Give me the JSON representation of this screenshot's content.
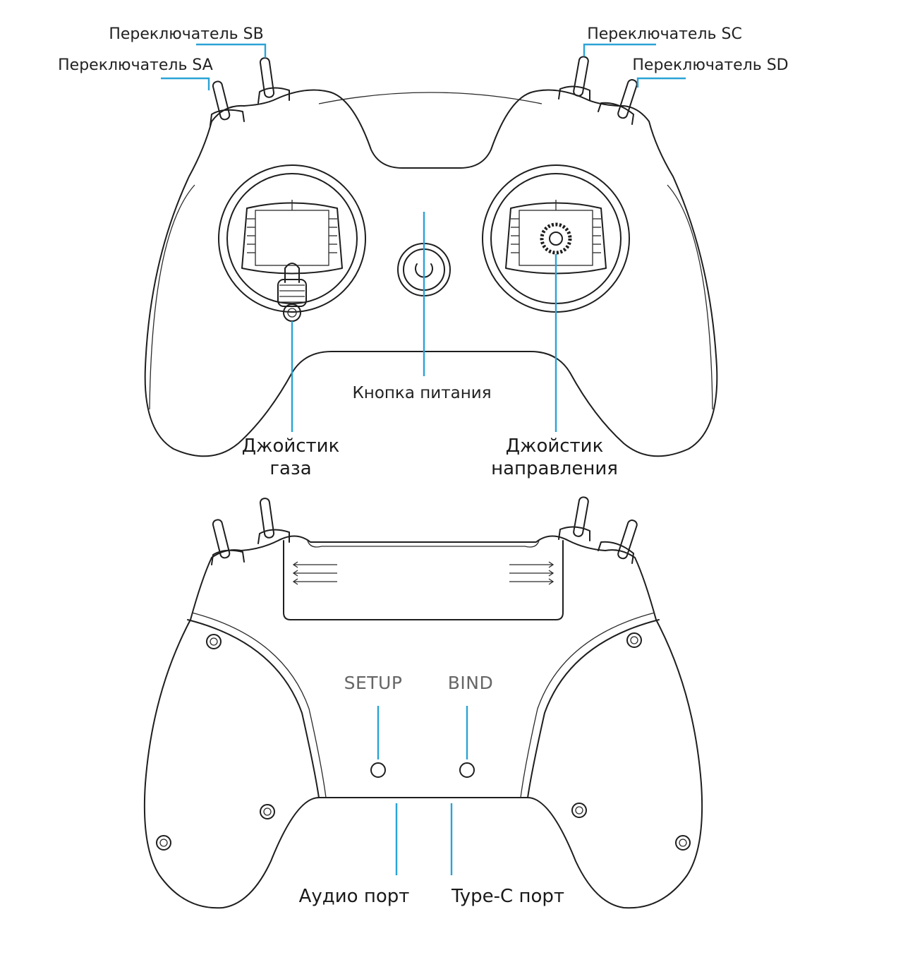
{
  "colors": {
    "accent": "#2aa3d6",
    "line": "#1e1e1e",
    "background": "#ffffff"
  },
  "front_view": {
    "labels": {
      "switch_sa": "Переключатель SA",
      "switch_sb": "Переключатель SB",
      "switch_sc": "Переключатель SC",
      "switch_sd": "Переключатель SD",
      "power_button": "Кнопка питания",
      "throttle_line1": "Джойстик",
      "throttle_line2": "газа",
      "direction_line1": "Джойстик",
      "direction_line2": "направления"
    }
  },
  "back_view": {
    "buttons": {
      "setup": "SETUP",
      "bind": "BIND"
    },
    "labels": {
      "audio_port": "Аудио порт",
      "typec_port": "Type-C порт"
    }
  }
}
